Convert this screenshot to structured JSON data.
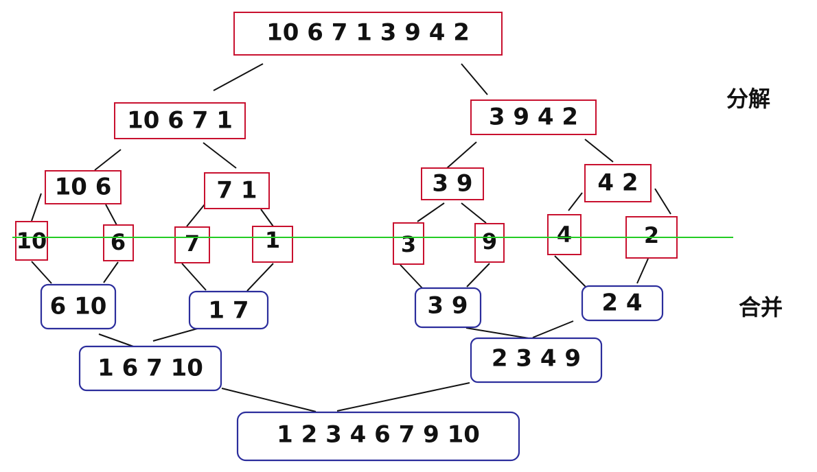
{
  "colors": {
    "split_box": "#c8102e",
    "merge_box": "#2b2d9c",
    "divider_line": "#22cc22",
    "edge": "#111111"
  },
  "labels": {
    "split": "分解",
    "merge": "合并"
  },
  "split_nodes": [
    {
      "id": "s0",
      "text": "10 6 7 1 3 9 4 2"
    },
    {
      "id": "s1a",
      "text": "10 6 7 1"
    },
    {
      "id": "s1b",
      "text": "3 9 4 2"
    },
    {
      "id": "s2a",
      "text": "10 6"
    },
    {
      "id": "s2b",
      "text": "7 1"
    },
    {
      "id": "s2c",
      "text": "3 9"
    },
    {
      "id": "s2d",
      "text": "4 2"
    },
    {
      "id": "l1",
      "text": "10"
    },
    {
      "id": "l2",
      "text": "6"
    },
    {
      "id": "l3",
      "text": "7"
    },
    {
      "id": "l4",
      "text": "1"
    },
    {
      "id": "l5",
      "text": "3"
    },
    {
      "id": "l6",
      "text": "9"
    },
    {
      "id": "l7",
      "text": "4"
    },
    {
      "id": "l8",
      "text": "2"
    }
  ],
  "merge_nodes": [
    {
      "id": "m1a",
      "text": "6 10"
    },
    {
      "id": "m1b",
      "text": "1 7"
    },
    {
      "id": "m1c",
      "text": "3 9"
    },
    {
      "id": "m1d",
      "text": "2 4"
    },
    {
      "id": "m2a",
      "text": "1 6 7 10"
    },
    {
      "id": "m2b",
      "text": "2 3 4 9"
    },
    {
      "id": "m3",
      "text": "1 2 3 4 6 7 9 10"
    }
  ]
}
